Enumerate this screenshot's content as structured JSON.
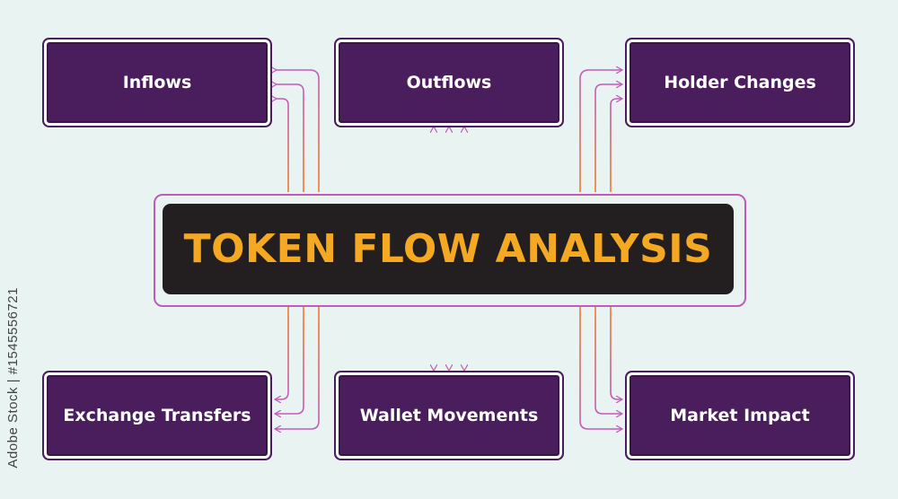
{
  "title": "TOKEN FLOW ANALYSIS",
  "nodes": {
    "top_left": "Inflows",
    "top_center": "Outflows",
    "top_right": "Holder Changes",
    "bottom_left": "Exchange Transfers",
    "bottom_center": "Wallet Movements",
    "bottom_right": "Market Impact"
  },
  "watermark": "Adobe Stock | #1545556721",
  "colors": {
    "box_fill": "#4a1e5c",
    "title_fill": "#231f20",
    "title_text": "#f5a821",
    "connector_start": "#f07a2a",
    "connector_end": "#c25bb8",
    "background": "#e9f3f2"
  }
}
